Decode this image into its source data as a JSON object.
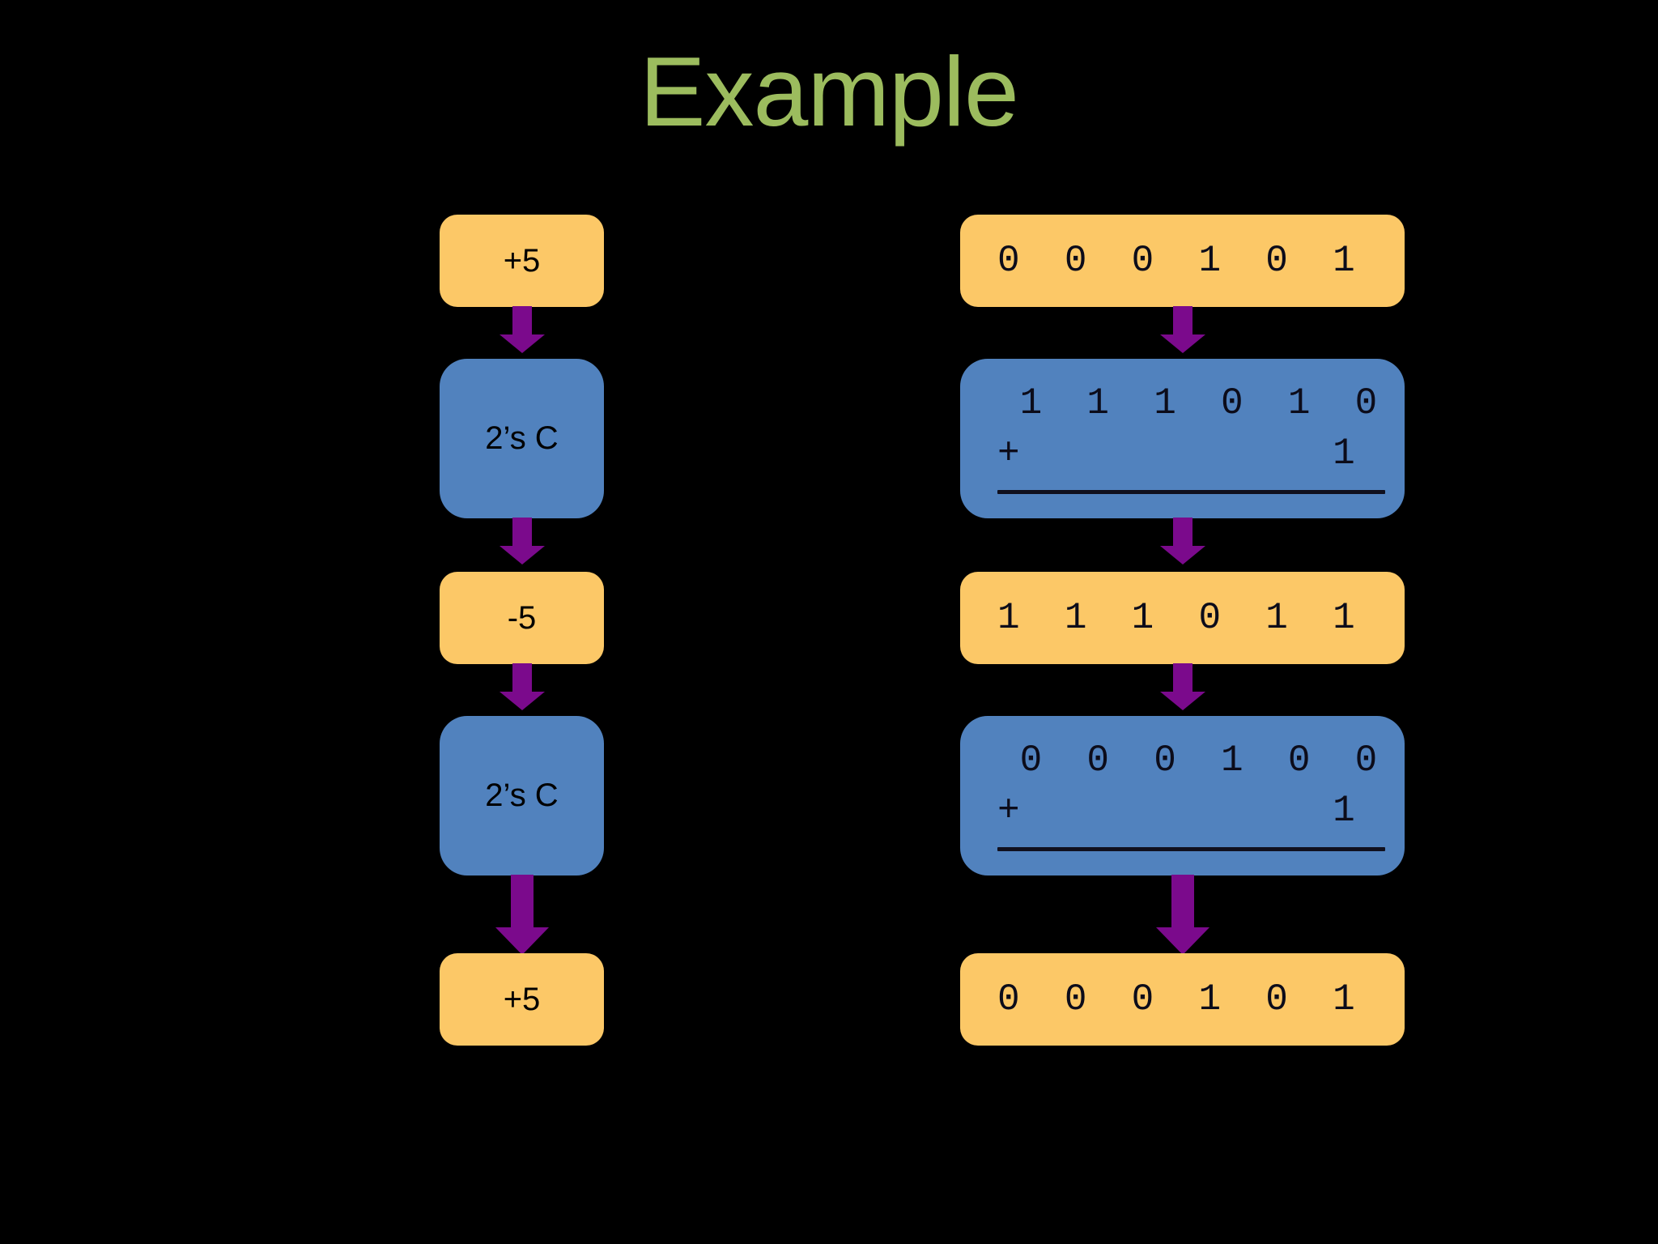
{
  "slide": {
    "title": "Example",
    "background_color": "#000000",
    "title_color": "#9CBC5E",
    "amber_color": "#FCC867",
    "blue_color": "#5182BE",
    "arrow_color": "#7B0A8C"
  },
  "left_column": {
    "steps": [
      {
        "label": "+5",
        "kind": "value"
      },
      {
        "label": "2’s C",
        "kind": "operation"
      },
      {
        "label": "-5",
        "kind": "value"
      },
      {
        "label": "2’s C",
        "kind": "operation"
      },
      {
        "label": "+5",
        "kind": "value"
      }
    ]
  },
  "right_column": {
    "steps": [
      {
        "kind": "value",
        "bits": "0  0  0  1  0  1"
      },
      {
        "kind": "operation",
        "operand": " 1  1  1  0  1  0",
        "addend": "+              1",
        "has_rule": true
      },
      {
        "kind": "value",
        "bits": "1  1  1  0  1  1"
      },
      {
        "kind": "operation",
        "operand": " 0  0  0  1  0  0",
        "addend": "+              1",
        "has_rule": true
      },
      {
        "kind": "value",
        "bits": "0  0  0  1  0  1"
      }
    ]
  },
  "arrows": {
    "count": 8,
    "direction": "down",
    "color": "#7B0A8C"
  }
}
